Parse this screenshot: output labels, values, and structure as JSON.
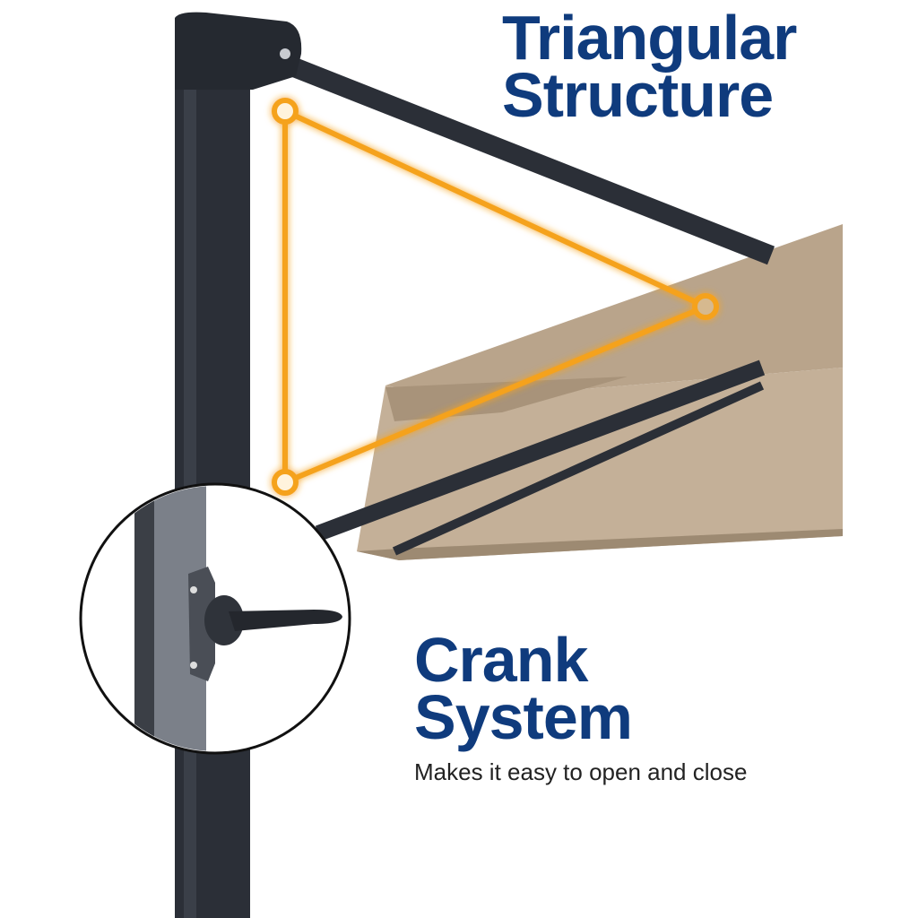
{
  "feature_1": {
    "line1": "Triangular",
    "line2": "Structure"
  },
  "feature_2": {
    "line1": "Crank",
    "line2": "System",
    "description": "Makes it easy to open and close"
  },
  "colors": {
    "heading": "#0f3b7d",
    "frame": "#2b2f37",
    "canopy": "#b9a48b",
    "highlight": "#f5a21f"
  },
  "icons": [
    "triangle-highlight-icon",
    "crank-handle-icon"
  ]
}
